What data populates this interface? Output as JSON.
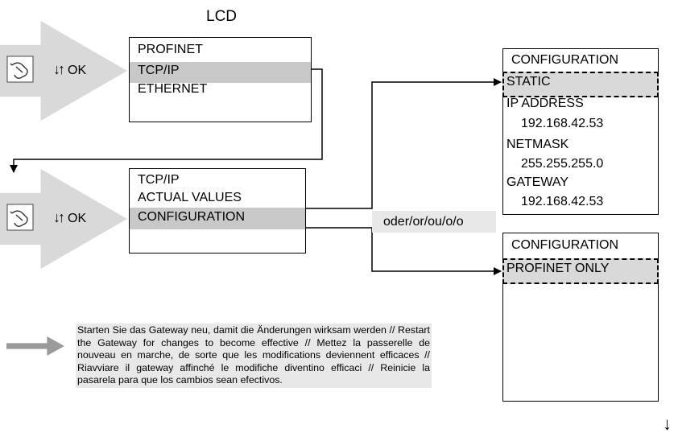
{
  "title": "LCD",
  "hint_label": "OK",
  "lcd1": {
    "lines": [
      "PROFINET",
      "TCP/IP",
      "ETHERNET"
    ]
  },
  "lcd2": {
    "lines": [
      "TCP/IP",
      "ACTUAL VALUES",
      "CONFIGURATION"
    ]
  },
  "lcd3": {
    "lines": [
      "CONFIGURATION",
      "STATIC",
      "IP ADDRESS",
      "192.168.42.53",
      "NETMASK",
      "255.255.255.0",
      "GATEWAY",
      "192.168.42.53"
    ]
  },
  "lcd4": {
    "lines": [
      "CONFIGURATION",
      "PROFINET ONLY"
    ]
  },
  "or_label": "oder/or/ou/o/o",
  "note": "Starten Sie das Gateway neu, damit die Änderungen wirksam werden // Restart the Gateway for changes to become effective // Mettez la passerelle de nouveau en marche, de sorte que les modifications deviennent efficaces // Riavviare il gateway affinché le modifiche diventino efficaci // Reinicie la pasarela para que los cambios sean efectivos.",
  "icons": [
    "hand-press-icon",
    "up-down-arrows-icon",
    "down-arrow-icon",
    "gray-arrow-icon"
  ],
  "colors": {
    "highlight": "#c8c8c8",
    "chevron": "#d9d9d9",
    "note_bg": "#e8e8e8"
  }
}
